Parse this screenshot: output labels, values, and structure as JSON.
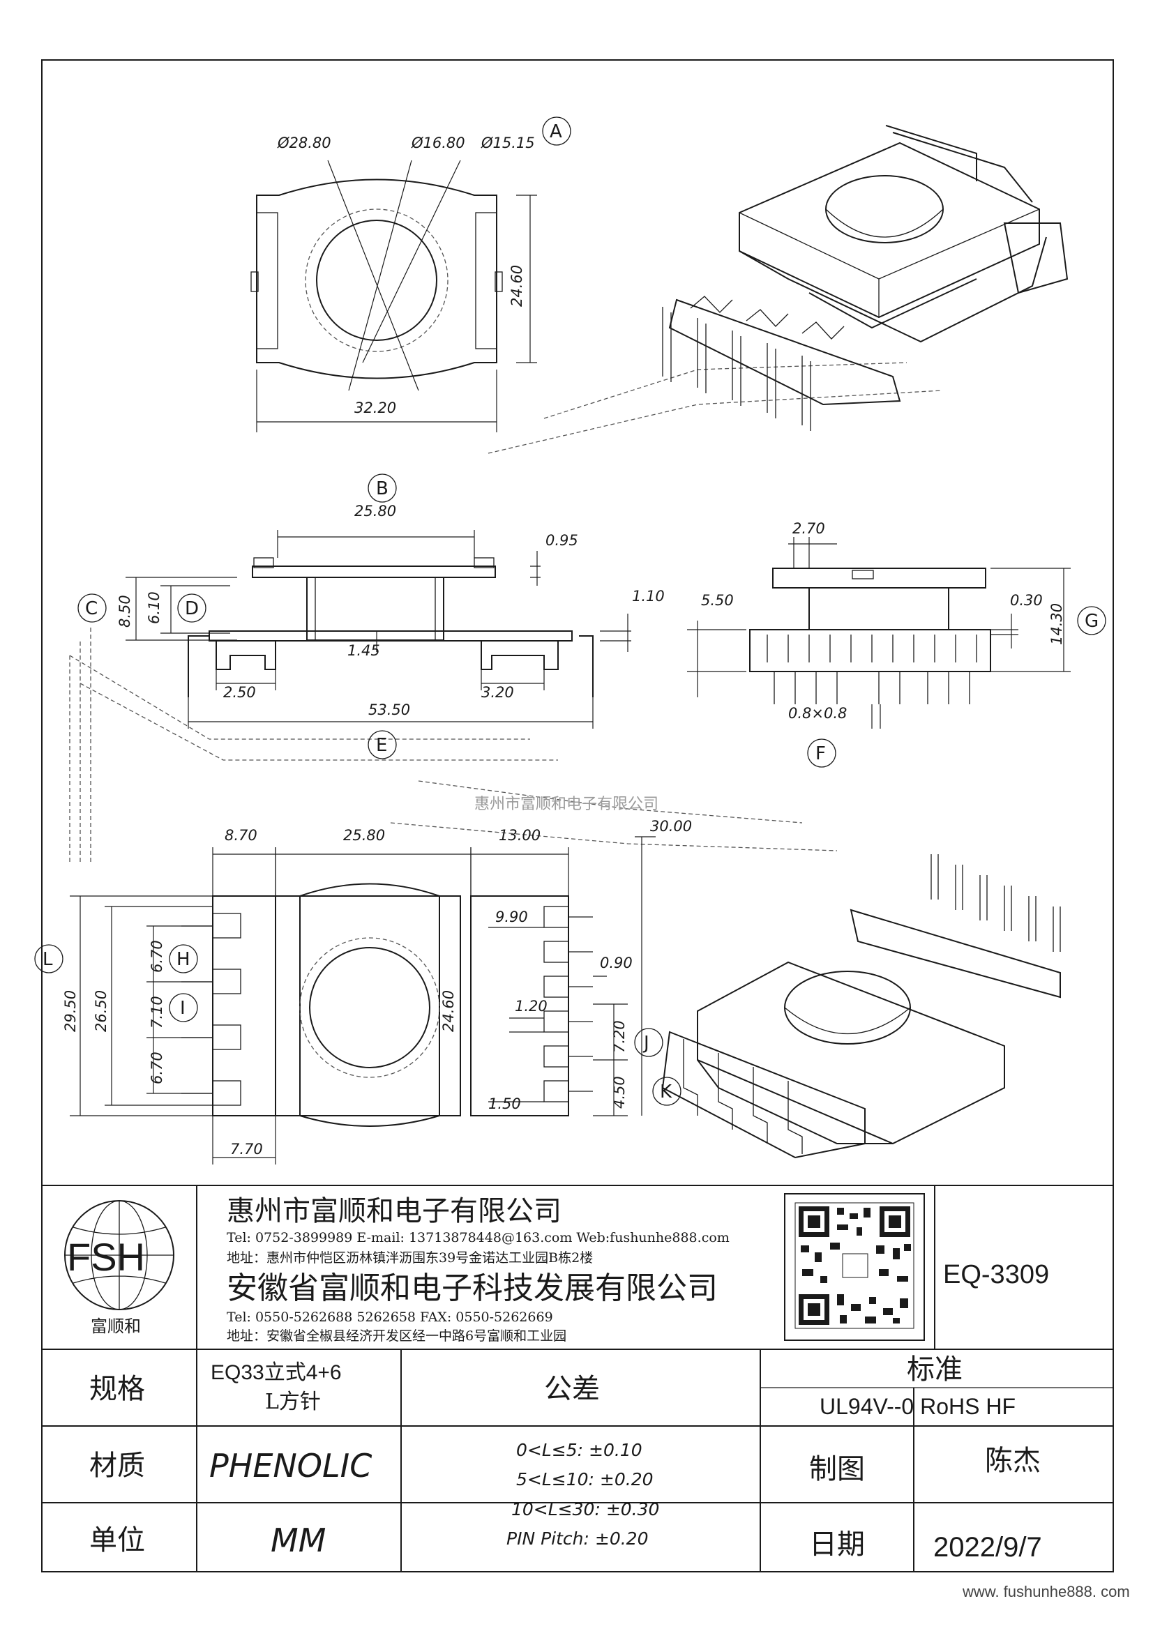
{
  "views": {
    "top": {
      "label": "A",
      "dims": [
        "Ø28.80",
        "Ø16.80",
        "Ø15.15",
        "24.60",
        "32.20"
      ]
    },
    "front": {
      "label_b": "B",
      "label_c": "C",
      "label_d": "D",
      "label_e": "E",
      "dims": [
        "25.80",
        "0.95",
        "8.50",
        "6.10",
        "1.10",
        "1.45",
        "2.50",
        "3.20",
        "53.50"
      ]
    },
    "side": {
      "label_f": "F",
      "label_g": "G",
      "dims": [
        "2.70",
        "5.50",
        "0.30",
        "14.30",
        "0.8×0.8"
      ]
    },
    "bottom": {
      "label_h": "H",
      "label_i": "I",
      "label_j": "J",
      "label_k": "K",
      "label_l": "L",
      "dims": [
        "8.70",
        "25.80",
        "13.00",
        "30.00",
        "9.90",
        "0.90",
        "6.70",
        "7.10",
        "6.70",
        "29.50",
        "26.50",
        "24.60",
        "1.20",
        "7.20",
        "4.50",
        "1.50",
        "7.70"
      ]
    }
  },
  "watermark": "惠州市富顺和电子有限公司",
  "title_block": {
    "logo_text": "FSH",
    "logo_caption": "富顺和",
    "company1": "惠州市富顺和电子有限公司",
    "contact1": "Tel:  0752-3899989  E-mail: 13713878448@163.com  Web:fushunhe888.com",
    "address1": "地址：惠州市仲恺区沥林镇泮沥围东39号金诺达工业园B栋2楼",
    "company2": "安徽省富顺和电子科技发展有限公司",
    "contact2": "Tel:  0550-5262688  5262658      FAX: 0550-5262669",
    "address2": "地址：安徽省全椒县经济开发区经一中路6号富顺和工业园",
    "part_number": "EQ-3309",
    "spec_label": "规格",
    "spec_value_1": "EQ33立式4+6",
    "spec_value_2": "L方针",
    "material_label": "材质",
    "material_value": "PHENOLIC",
    "unit_label": "单位",
    "unit_value": "MM",
    "tolerance_title": "公差",
    "tolerances": [
      "0<L≤5: ±0.10",
      "5<L≤10: ±0.20",
      "10<L≤30: ±0.30",
      "PIN Pitch: ±0.20"
    ],
    "standard_label": "标准",
    "standard_value": "UL94V--0  RoHS HF",
    "drawn_label": "制图",
    "drawn_value": "陈杰",
    "date_label": "日期",
    "date_value": "2022/9/7"
  },
  "footer_url": "www. fushunhe888. com"
}
